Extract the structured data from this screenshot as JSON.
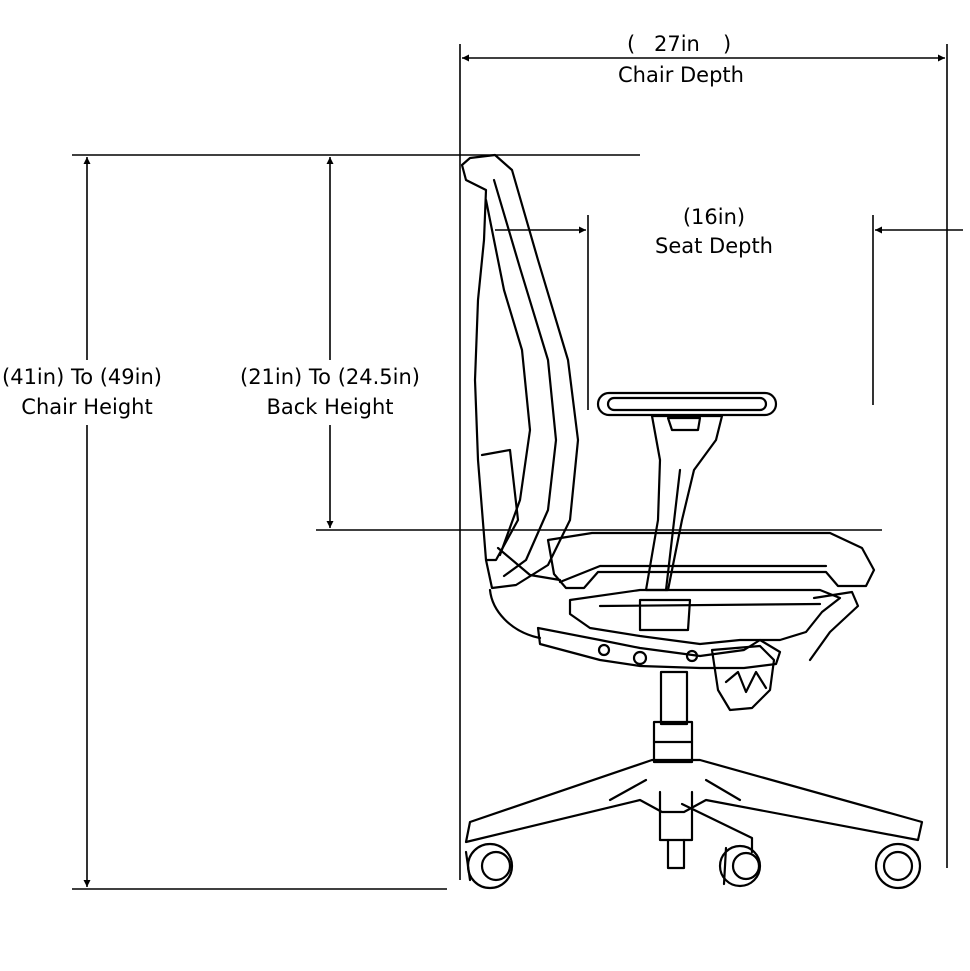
{
  "dimensions": {
    "chair_depth": {
      "value": "27in",
      "label": "Chair Depth"
    },
    "seat_depth": {
      "value": "(16in)",
      "label": "Seat Depth"
    },
    "chair_height": {
      "value": "(41in)  To  (49in)",
      "label": "Chair Height"
    },
    "back_height": {
      "value": "(21in)  To  (24.5in)",
      "label": "Back Height"
    }
  },
  "colors": {
    "ink": "#000000",
    "background": "#ffffff"
  }
}
